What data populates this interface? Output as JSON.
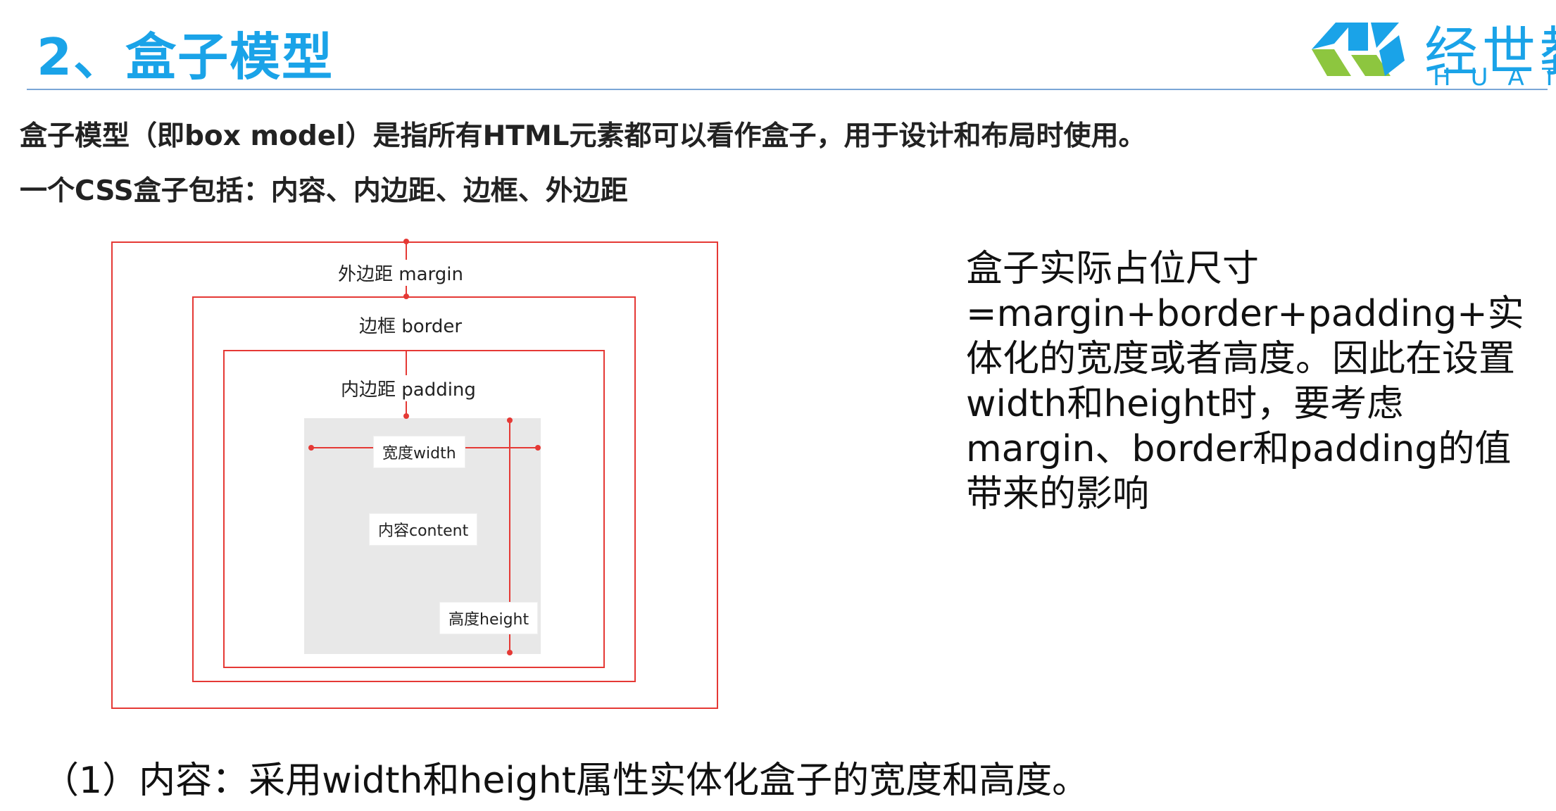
{
  "slide": {
    "title": "2、盒子模型",
    "logo": {
      "cn": "经世教",
      "en": "HUAT"
    },
    "intro_line1": "盒子模型（即box model）是指所有HTML元素都可以看作盒子，用于设计和布局时使用。",
    "intro_line2": "一个CSS盒子包括：内容、内边距、边框、外边距"
  },
  "diagram": {
    "margin_label": "外边距 margin",
    "border_label": "边框 border",
    "padding_label": "内边距 padding",
    "width_label": "宽度width",
    "content_label": "内容content",
    "height_label": "高度height"
  },
  "side_text": "盒子实际占位尺寸=margin+border+padding+实体化的宽度或者高度。因此在设置width和height时，要考虑margin、border和padding的值带来的影响",
  "bottom_text": "（1）内容：采用width和height属性实体化盒子的宽度和高度。",
  "colors": {
    "title": "#1aa3e8",
    "diagram_line": "#e53935",
    "logo_green": "#8dc63f"
  }
}
